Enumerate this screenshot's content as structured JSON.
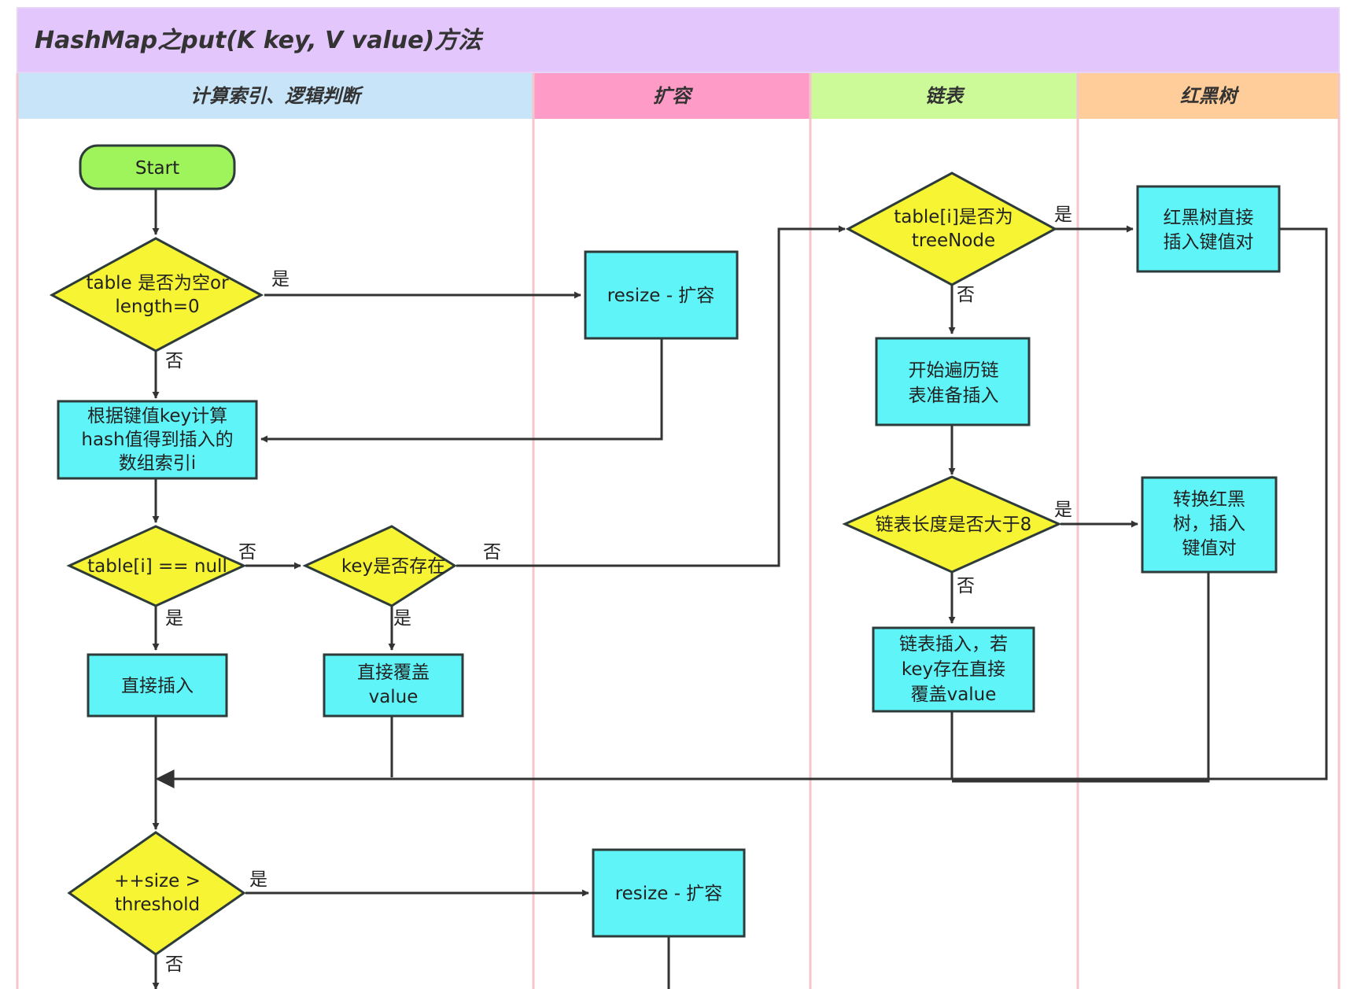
{
  "title": "HashMap之put(K key, V value)方法",
  "colors": {
    "title_bg": "#e3c6fb",
    "lane_compute": "#c7e4f9",
    "lane_resize": "#fe9bc6",
    "lane_list": "#ccfa99",
    "lane_tree": "#ffcd99",
    "process": "#5ff4f7",
    "decision": "#f6f433",
    "terminal": "#9ef45a"
  },
  "lanes": {
    "compute": "计算索引、逻辑判断",
    "resize": "扩容",
    "list": "链表",
    "tree": "红黑树"
  },
  "nodes": {
    "start": "Start",
    "table_empty": [
      "table 是否为空or",
      "length=0"
    ],
    "resize1": "resize - 扩容",
    "calc_index": [
      "根据键值key计算",
      "hash值得到插入的",
      "数组索引i"
    ],
    "table_i_null": "table[i] == null",
    "key_exists": "key是否存在",
    "direct_insert": "直接插入",
    "direct_overwrite": [
      "直接覆盖",
      "value"
    ],
    "is_tree_node": [
      "table[i]是否为",
      "treeNode"
    ],
    "tree_insert": [
      "红黑树直接",
      "插入键值对"
    ],
    "start_traverse": [
      "开始遍历链",
      "表准备插入"
    ],
    "list_length": "链表长度是否大于8",
    "convert_tree": [
      "转换红黑",
      "树，插入",
      "键值对"
    ],
    "list_insert": [
      "链表插入，若",
      "key存在直接",
      "覆盖value"
    ],
    "size_threshold": [
      "++size >",
      "threshold"
    ],
    "resize2": "resize - 扩容"
  },
  "labels": {
    "yes": "是",
    "no": "否"
  }
}
